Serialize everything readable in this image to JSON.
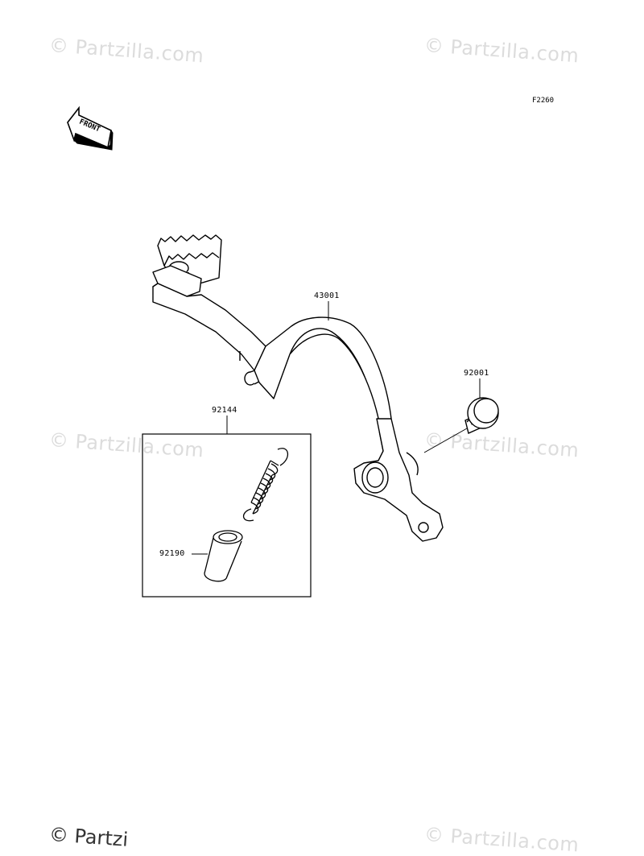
{
  "watermark": {
    "text": "© Partzilla.com",
    "bottom_partial": "© Partzi"
  },
  "diagram": {
    "code": "F2260",
    "front_label": "FRONT"
  },
  "parts": {
    "brake_pedal": "43001",
    "bolt": "92001",
    "spring": "92144",
    "sleeve": "92190"
  }
}
